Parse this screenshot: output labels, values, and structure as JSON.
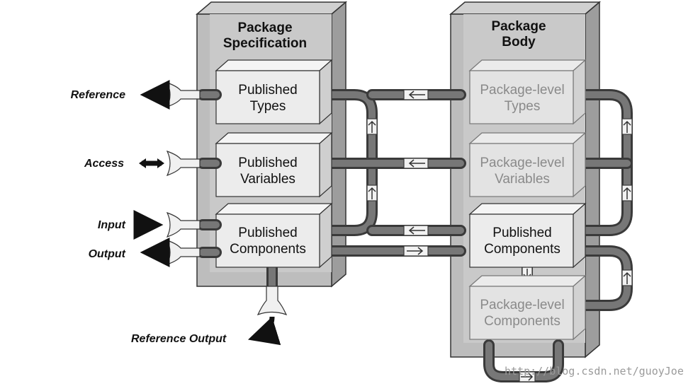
{
  "spec_column": {
    "heading_line1": "Package",
    "heading_line2": "Specification"
  },
  "body_column": {
    "heading_line1": "Package",
    "heading_line2": "Body"
  },
  "spec_boxes": [
    {
      "line1": "Published",
      "line2": "Types"
    },
    {
      "line1": "Published",
      "line2": "Variables"
    },
    {
      "line1": "Published",
      "line2": "Components"
    }
  ],
  "body_boxes": [
    {
      "line1": "Package-level",
      "line2": "Types"
    },
    {
      "line1": "Package-level",
      "line2": "Variables"
    },
    {
      "line1": "Published",
      "line2": "Components"
    },
    {
      "line1": "Package-level",
      "line2": "Components"
    }
  ],
  "side_labels": {
    "reference": "Reference",
    "access": "Access",
    "input": "Input",
    "output": "Output",
    "reference_output": "Reference Output"
  },
  "watermark": "http://blog.csdn.net/guoyJoe"
}
